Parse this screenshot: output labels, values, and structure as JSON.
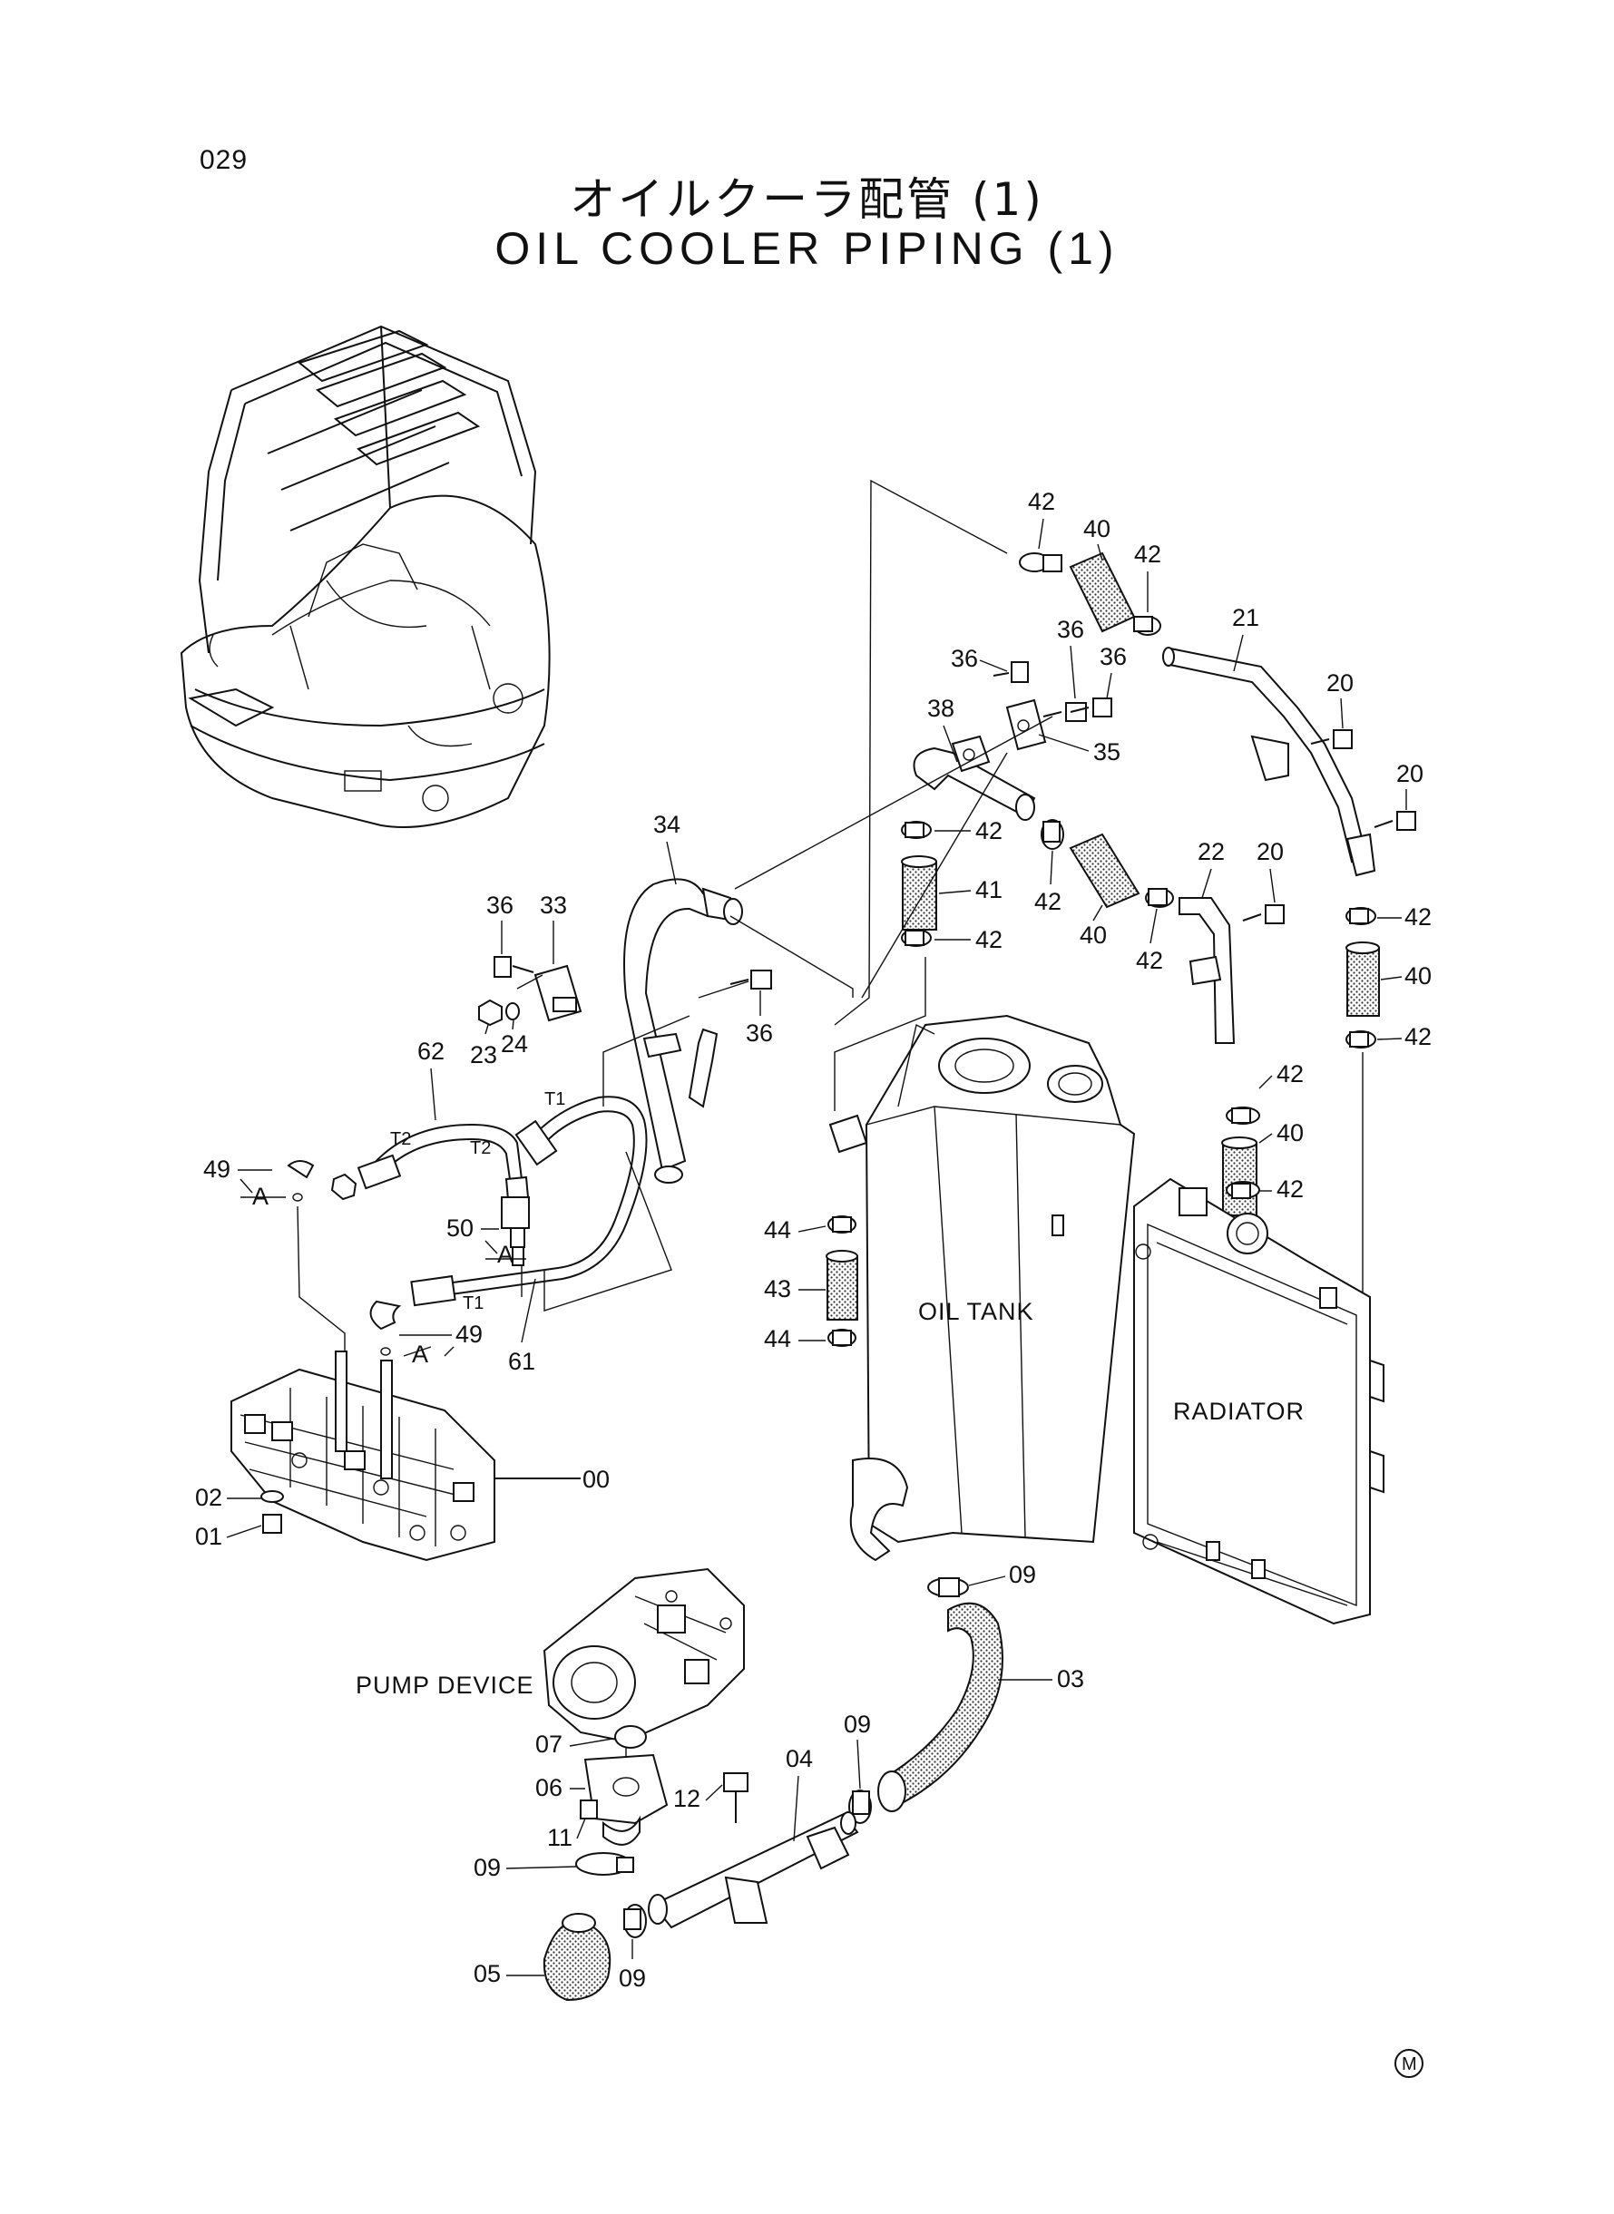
{
  "page": {
    "number": "029",
    "title_jp": "オイルクーラ配管 (1)",
    "title_en": "OIL COOLER PIPING (1)"
  },
  "assemblies": {
    "oil_tank": "OIL TANK",
    "radiator": "RADIATOR",
    "pump_device": "PUMP DEVICE",
    "port_t1_a": "T1",
    "port_t1_b": "T1",
    "port_t2_a": "T2",
    "port_t2_b": "T2",
    "view_a_1": "A",
    "view_a_2": "A",
    "view_a_3": "A"
  },
  "callouts": {
    "c42a": "42",
    "c40a": "40",
    "c42b": "42",
    "c21": "21",
    "c36a": "36",
    "c36b": "36",
    "c36c": "36",
    "c20a": "20",
    "c20b": "20",
    "c20c": "20",
    "c38": "38",
    "c35": "35",
    "c34": "34",
    "c42c": "42",
    "c41": "41",
    "c42d": "42",
    "c42e": "42",
    "c40b": "40",
    "c22": "22",
    "c42f": "42",
    "c42g": "42",
    "c40c": "40",
    "c42h": "42",
    "c36d": "36",
    "c33": "33",
    "c23": "23",
    "c24": "24",
    "c36e": "36",
    "c62": "62",
    "c42i": "42",
    "c40d": "40",
    "c42j": "42",
    "c49a": "49",
    "c50": "50",
    "c44a": "44",
    "c43": "43",
    "c44b": "44",
    "c49b": "49",
    "c61": "61",
    "c00": "00",
    "c02": "02",
    "c01": "01",
    "c09a": "09",
    "c03": "03",
    "c07": "07",
    "c06": "06",
    "c09b": "09",
    "c04": "04",
    "c12": "12",
    "c11": "11",
    "c09c": "09",
    "c05": "05",
    "c09d": "09"
  },
  "mark": "M"
}
